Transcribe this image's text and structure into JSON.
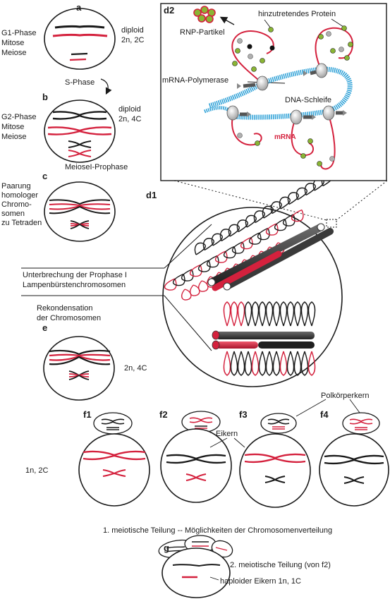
{
  "panels": {
    "a": {
      "letter": "a",
      "phase": [
        "G1-Phase",
        "Mitose",
        "Meiose"
      ],
      "ploidy": [
        "diploid",
        "2n, 2C"
      ]
    },
    "s_phase": "S-Phase",
    "b": {
      "letter": "b",
      "phase": [
        "G2-Phase",
        "Mitose",
        "Meiose"
      ],
      "ploidy": [
        "diploid",
        "2n, 4C"
      ]
    },
    "meiosis_prophase": "MeioseI-Prophase",
    "c": {
      "letter": "c",
      "lines": [
        "Paarung",
        "homologer",
        "Chromo-",
        "somen",
        "zu Tetraden"
      ]
    },
    "d1": {
      "letter": "d1",
      "caption": [
        "Unterbrechung der Prophase I",
        "Lampenbürstenchromosomen"
      ]
    },
    "d2": {
      "letter": "d2",
      "rnp": "RNP-Partikel",
      "protein": "hinzutretendes Protein",
      "polymerase": "mRNA-Polymerase",
      "loop": "DNA-Schleife",
      "mrna": "mRNA"
    },
    "e": {
      "letter": "e",
      "lines": [
        "Rekondensation",
        "der Chromosomen"
      ],
      "ploidy": "2n, 4C"
    },
    "f": {
      "letters": [
        "f1",
        "f2",
        "f3",
        "f4"
      ],
      "ploidy": "1n, 2C",
      "eikern": "Eikern",
      "polkoerper": "Polkörperkern",
      "caption": "1. meiotische Teilung -- Möglichkeiten der Chromosomenverteilung"
    },
    "g": {
      "letter": "g",
      "second": "2. meiotische Teilung (von f2)",
      "haploid": "haploider Eikern 1n, 1C"
    }
  },
  "colors": {
    "red": "#d4213d",
    "blue": "#2a9fd6",
    "green": "#8ab534",
    "dark": "#1a1a1a",
    "grey": "#9a9a9a"
  }
}
